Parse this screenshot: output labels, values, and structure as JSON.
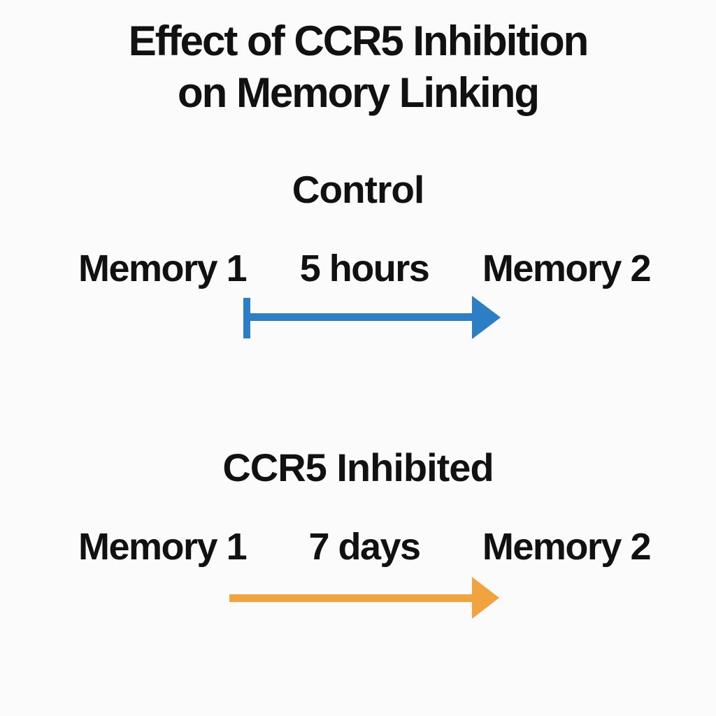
{
  "title": {
    "line1": "Effect of CCR5 Inhibition",
    "line2": "on Memory Linking"
  },
  "sections": [
    {
      "heading": "Control",
      "start_label": "Memory 1",
      "interval_label": "5 hours",
      "end_label": "Memory 2",
      "arrow_color": "#2C7FC5",
      "arrow_style": "tick-start-right-arrow"
    },
    {
      "heading": "CCR5 Inhibited",
      "start_label": "Memory 1",
      "interval_label": "7 days",
      "end_label": "Memory 2",
      "arrow_color": "#F1A33D",
      "arrow_style": "plain-right-arrow"
    }
  ],
  "colors": {
    "background": "#FBFBFB",
    "text": "#111111",
    "control_arrow": "#2C7FC5",
    "inhibited_arrow": "#F1A33D"
  }
}
